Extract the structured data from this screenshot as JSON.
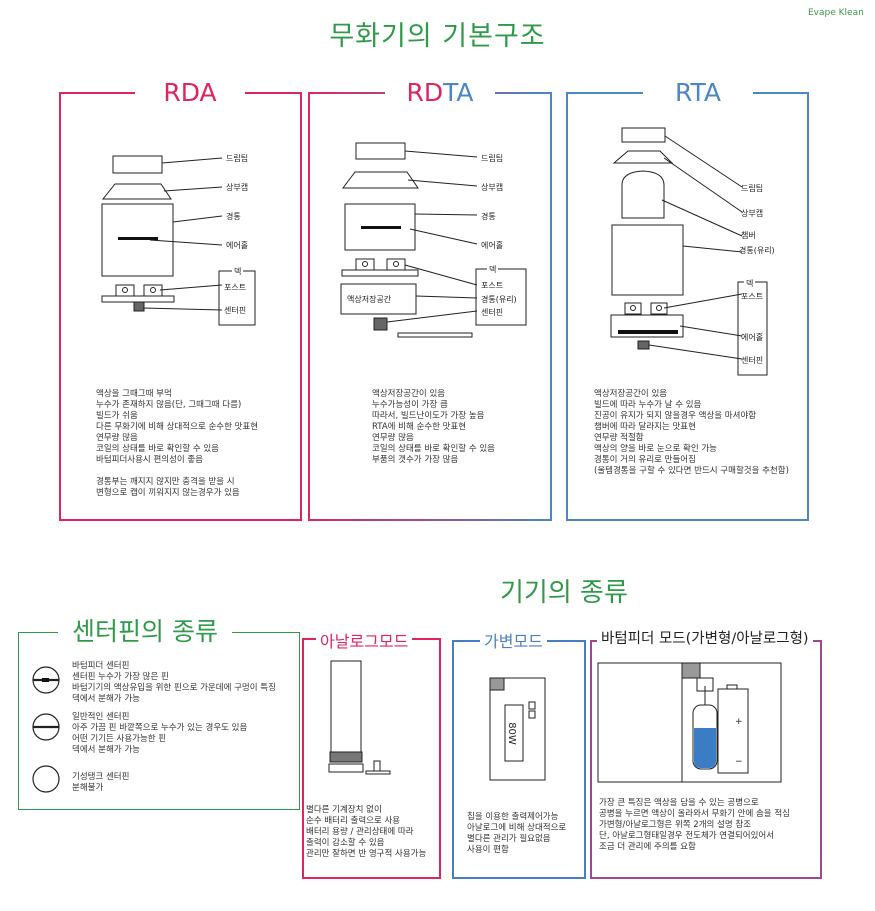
{
  "brand": "Evape Klean",
  "main_title": "무화기의 기본구조",
  "sub_title": "기기의 종류",
  "colors": {
    "rda": "#e0245e",
    "rdta_mid": "#b34a9a",
    "rta": "#4a86c8",
    "green": "#2f9a4a",
    "vv": "#4a7ec4",
    "bf": "#a0488e"
  },
  "rda": {
    "title": "RDA",
    "labels": [
      "드립팁",
      "상부캡",
      "경통",
      "에어홀",
      "덱",
      "포스트",
      "센터핀"
    ],
    "desc": "액상을 그때그때 부먹\n누수가 존재하지 않음(단, 그때그때 다름)\n빌드가 쉬움\n다른 무화기에 비해 상대적으로 순수한 맛표현\n연무량 많음\n코일의 상태를 바로 확인할 수 있음\n바텀피더사용시 편의성이 좋음\n\n경통부는 깨지지 않지만 충격을 받을 시\n변형으로 캡이 끼워지지 않는경우가 있음"
  },
  "rdta": {
    "title_a": "RD",
    "title_b": "TA",
    "labels": [
      "드립팁",
      "상부캡",
      "경통",
      "에어홀",
      "덱",
      "포스트",
      "경통(유리)",
      "센터핀"
    ],
    "tank_label": "액상저장공간",
    "desc": "액상저장공간이 있음\n누수가능성이 가장 큼\n따라서, 빌드난이도가 가장 높음\nRTA에 비해 순수한 맛표현\n연무량 많음\n코일의 상태를 바로 확인할 수 있음\n부품의 갯수가 가장 많음"
  },
  "rta": {
    "title": "RTA",
    "labels": [
      "드립팁",
      "상부캡",
      "챔버",
      "경통(유리)",
      "덱",
      "포스트",
      "에어홀",
      "센터핀"
    ],
    "desc": "액상저장공간이 있음\n빌드에 따라 누수가 날 수 있음\n진공이 유지가 되지 않을경우 액상을 마셔야함\n챔버에 따라 달라지는 맛표현\n연무량 적절함\n액상의 양을 바로 눈으로 확인 가능\n경통이 거의 유리로 만들어짐\n(울템경통을 구할 수 있다면 반드시 구매할것을 추천함)"
  },
  "centerpin": {
    "title": "센터핀의 종류",
    "items": [
      "바텀피더 센터핀\n센터핀 누수가 가장 많은 핀\n바텀기기의 액상유입을 위한 핀으로 가운데에 구멍이 특징\n덱에서 분해가 가능",
      "일반적인 센터핀\n아주 가끔 핀 바깥쪽으로 누수가 있는 경우도 있음\n어떤 기기든 사용가능한 핀\n덱에서 분해가 가능",
      "기성탱크 센터핀\n분해불가"
    ]
  },
  "mech": {
    "title": "아날로그모드",
    "desc": "별다른 기계장치 없이\n순수 배터리 출력으로 사용\n배터리 용량 / 관리상태에 따라\n출력이 감소할 수 있음\n관리만 잘하면 반 영구적 사용가능"
  },
  "vv": {
    "title": "가변모드",
    "screen": "80W",
    "desc": "칩을 이용한 출력제어가능\n아날로그에 비해 상대적으로\n별다른 관리가 필요없음\n사용이 편함"
  },
  "bf": {
    "title": "바텀피더 모드(가변형/아날로그형)",
    "desc": "가장 큰 특징은 액상을 담을 수 있는 공병으로\n공병을 누르면 액상이 올라와서 무화기 안에 솜을 적심\n가변형/아날로그형은 위쪽 2개의 설명 참조\n단, 아날로그형태일경우 전도체가 연결되어있어서\n조금 더 관리에 주의를 요함"
  }
}
